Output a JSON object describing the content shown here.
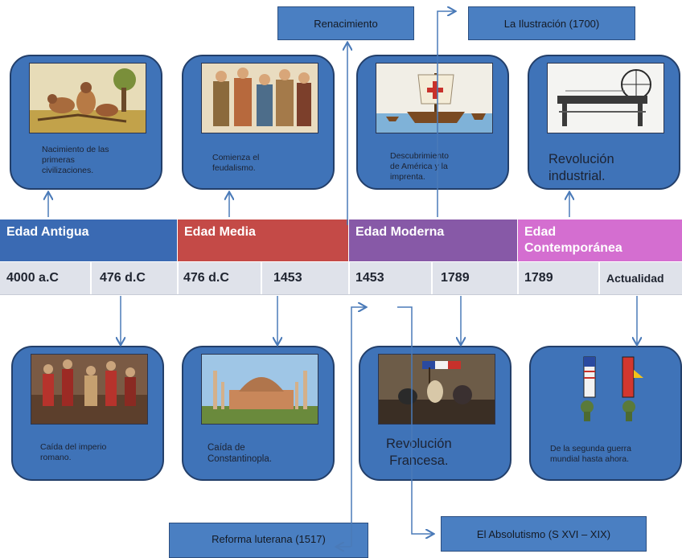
{
  "callouts": {
    "renacimiento": "Renacimiento",
    "ilustracion": "La Ilustración (1700)",
    "reforma": "Reforma luterana (1517)",
    "absolutismo": "El Absolutismo (S XVI – XIX)"
  },
  "eras": [
    {
      "label": "Edad Antigua",
      "color": "#3a6ab3"
    },
    {
      "label": "Edad  Media",
      "color": "#c44a47"
    },
    {
      "label": "Edad Moderna",
      "color": "#8759a7"
    },
    {
      "label_line1": "Edad",
      "label_line2": "Contemporánea",
      "color": "#d46ed0"
    }
  ],
  "dates": [
    "4000 a.C",
    "476 d.C",
    "476 d.C",
    "1453",
    "1453",
    "1789",
    "1789",
    "Actualidad"
  ],
  "top_events": [
    {
      "line1": "Nacimiento de las",
      "line2": "primeras",
      "line3": "civilizaciones."
    },
    {
      "line1": "Comienza el",
      "line2": "feudalismo."
    },
    {
      "line1": "Descubrimiento",
      "line2": "de  América y la",
      "line3": "imprenta."
    },
    {
      "line1": "Revolución",
      "line2": "industrial."
    }
  ],
  "bottom_events": [
    {
      "line1": "Caída del imperio",
      "line2": "romano."
    },
    {
      "line1": "Caída de",
      "line2": "Constantinopla."
    },
    {
      "line1": "Revolución",
      "line2": "Francesa."
    },
    {
      "line1": "De la segunda guerra",
      "line2": "mundial hasta ahora."
    }
  ],
  "icons": {
    "picture_1": "cavemen-illustration",
    "picture_2": "medieval-figures-illustration",
    "picture_3": "caravel-ship-illustration",
    "picture_4": "spinning-machine-illustration",
    "picture_5": "roman-battle-illustration",
    "picture_6": "hagia-sophia-illustration",
    "picture_7": "liberty-leading-people-illustration",
    "picture_8": "cold-war-rockets-illustration"
  }
}
